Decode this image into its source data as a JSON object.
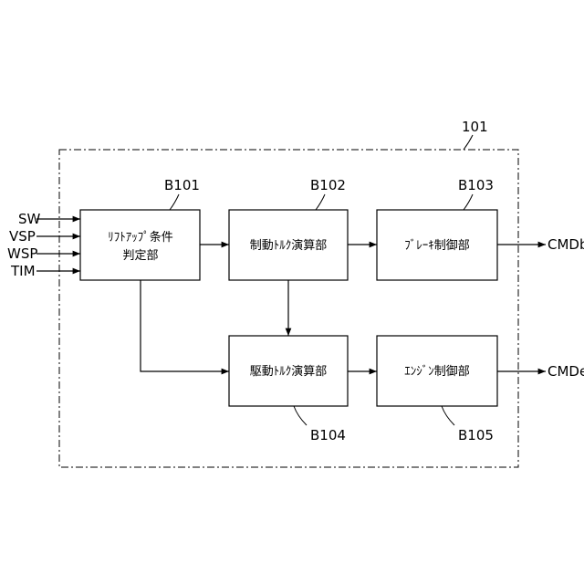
{
  "diagram": {
    "unit_label": "101",
    "inputs": [
      "SW",
      "VSP",
      "WSP",
      "TIM"
    ],
    "blocks": {
      "b101": {
        "id": "B101",
        "lines": [
          "ﾘﾌﾄｱｯﾌﾟ条件",
          "判定部"
        ]
      },
      "b102": {
        "id": "B102",
        "lines": [
          "制動ﾄﾙｸ演算部"
        ]
      },
      "b103": {
        "id": "B103",
        "lines": [
          "ﾌﾞﾚｰｷ制御部"
        ]
      },
      "b104": {
        "id": "B104",
        "lines": [
          "駆動ﾄﾙｸ演算部"
        ]
      },
      "b105": {
        "id": "B105",
        "lines": [
          "ｴﾝｼﾞﾝ制御部"
        ]
      }
    },
    "outputs": {
      "brake": "CMDb",
      "engine": "CMDe"
    }
  }
}
